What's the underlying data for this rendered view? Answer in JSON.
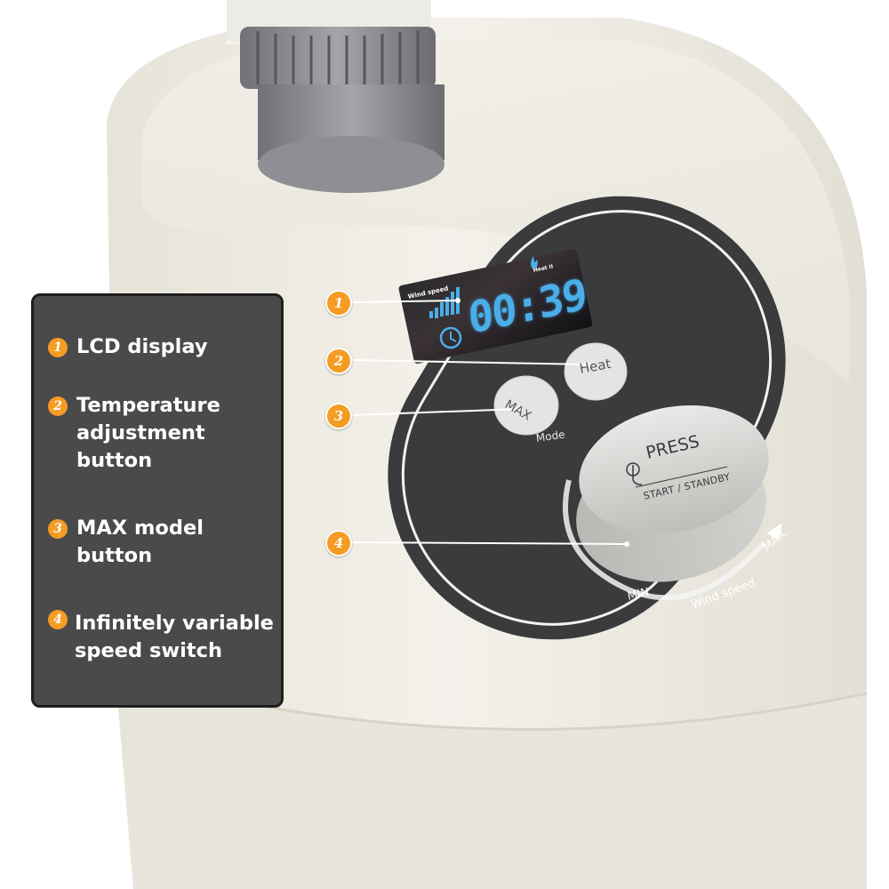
{
  "legend": {
    "items": [
      {
        "number": "1",
        "label": "LCD display"
      },
      {
        "number": "2",
        "label": "Temperature\nadjustment\nbutton"
      },
      {
        "number": "3",
        "label": "MAX model\nbutton"
      },
      {
        "number": "4",
        "label": "Infinitely variable\nspeed switch"
      }
    ]
  },
  "callouts": [
    "1",
    "2",
    "3",
    "4"
  ],
  "device": {
    "lcd": {
      "wind_speed_label": "Wind speed",
      "heat_label": "Heat II",
      "time": "00:39"
    },
    "heat_button_label": "Heat",
    "max_button_label": "MAX",
    "mode_label": "Mode",
    "dial": {
      "press_label": "PRESS",
      "start_standby_label": "START / STANDBY",
      "min_label": "MIN",
      "max_label": "MAX",
      "wind_speed_label": "Wind speed"
    }
  },
  "colors": {
    "accent_orange": "#f59c24",
    "panel_dark": "#4a4a4a",
    "control_panel": "#3a3b3d",
    "lcd_blue": "#4aaee9",
    "device_body": "#f1efe7"
  },
  "icons": [
    "hand-press-icon",
    "clock-icon",
    "flame-icon",
    "signal-bars-icon"
  ]
}
